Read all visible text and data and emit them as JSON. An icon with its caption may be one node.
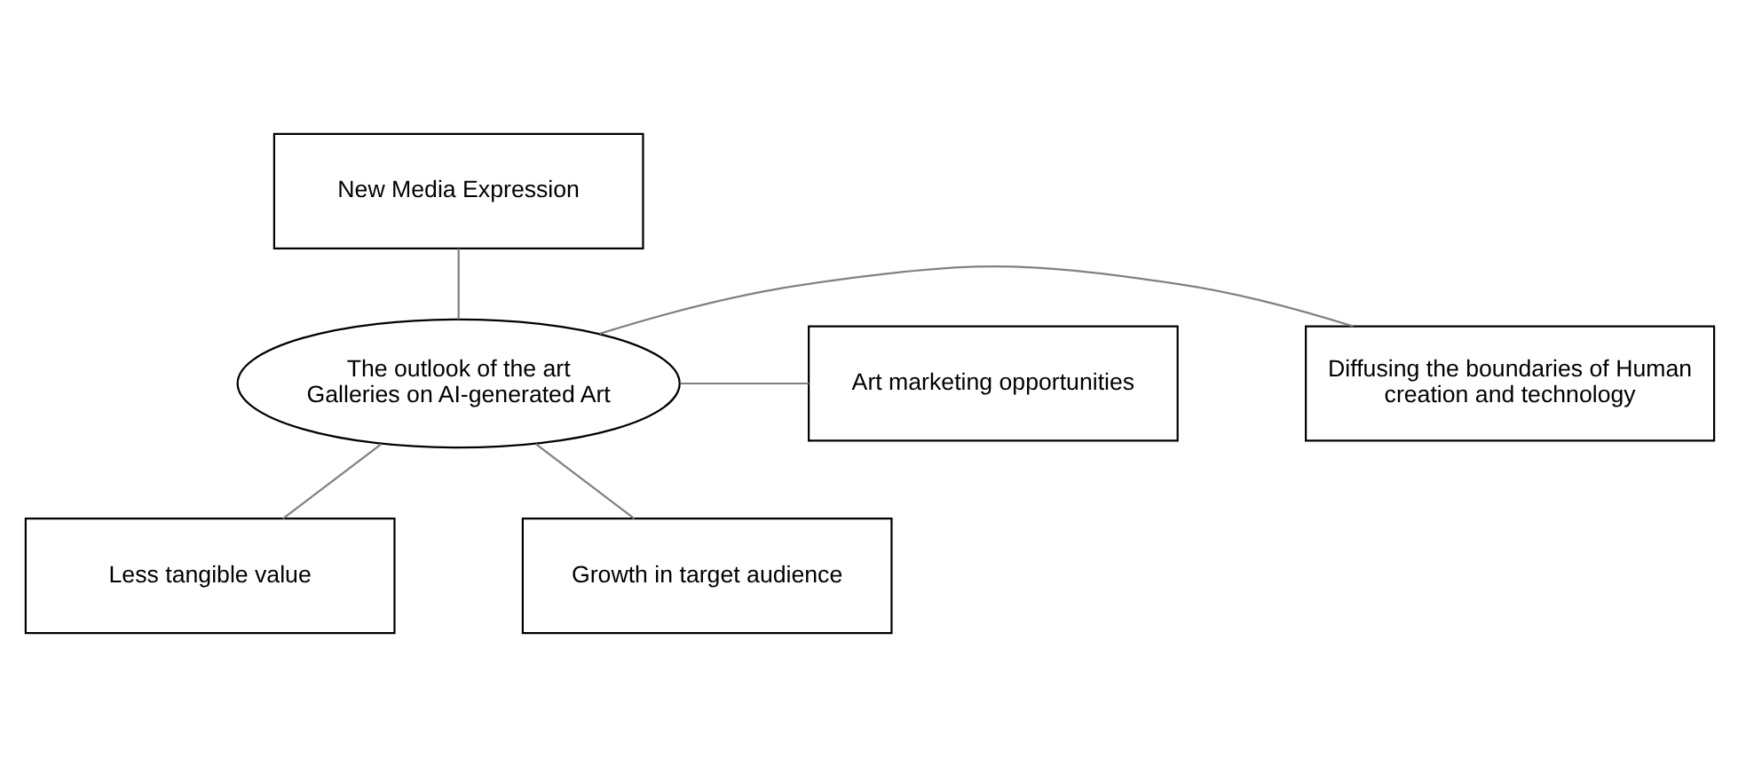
{
  "diagram": {
    "nodes": [
      {
        "text": [
          "New Media Expression"
        ]
      },
      {
        "text": [
          "Diffusing the boundaries of Human creation and technology"
        ]
      },
      {
        "text": [
          "Art marketing opportunities"
        ]
      },
      {
        "text": [
          "The outlook of the art Galleries on AI-generated Art"
        ]
      },
      {
        "text": [
          "Less tangible value"
        ]
      },
      {
        "text": [
          "Growth in target audience"
        ]
      }
    ],
    "edges": [
      {
        "from": 3,
        "to": 0,
        "arrow": "none"
      },
      {
        "from": 3,
        "to": 1,
        "arrow": "none"
      },
      {
        "from": 3,
        "to": 2,
        "arrow": "none"
      },
      {
        "from": 3,
        "to": 4,
        "arrow": "none"
      },
      {
        "from": 3,
        "to": 5,
        "arrow": "none"
      }
    ]
  }
}
